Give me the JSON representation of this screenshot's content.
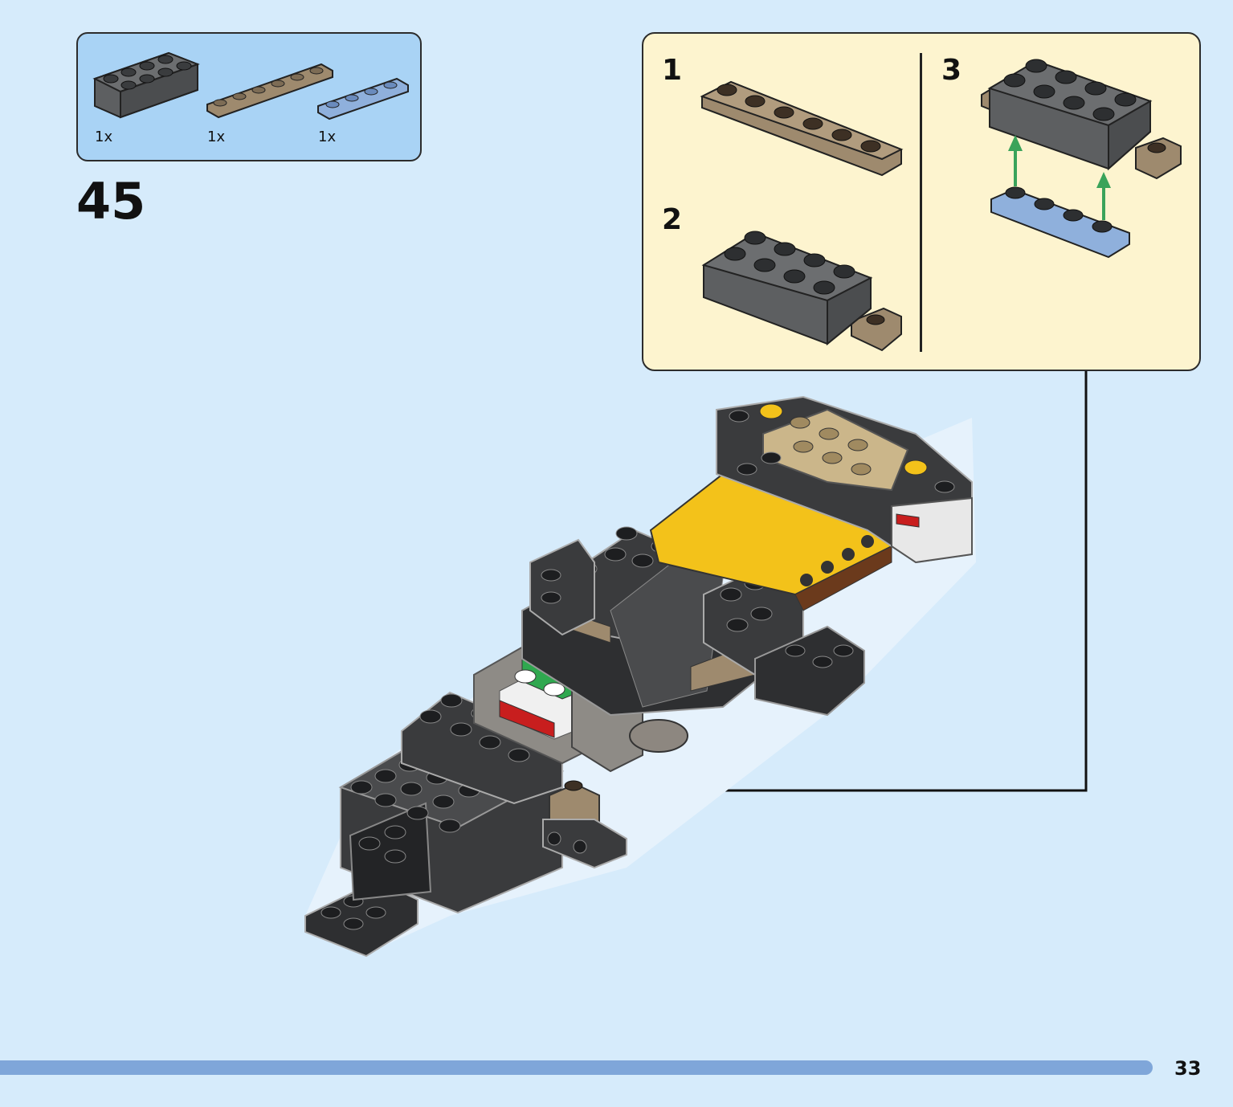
{
  "parts_list": {
    "items": [
      {
        "name": "dark-gray-brick-2x4",
        "count": "1x",
        "color": "#5d5f61"
      },
      {
        "name": "tan-plate-1x6",
        "count": "1x",
        "color": "#9e8a6e"
      },
      {
        "name": "blue-plate-1x4",
        "count": "1x",
        "color": "#8fb0dc"
      }
    ]
  },
  "step": {
    "number": "45"
  },
  "callout": {
    "substeps": [
      "1",
      "2",
      "3"
    ]
  },
  "footer": {
    "page_number": "33"
  },
  "colors": {
    "background": "#d6ebfb",
    "parts_box": "#a9d3f5",
    "callout_box": "#fdf4cf",
    "progress_bar": "#7fa6d9",
    "arrow_green": "#3aa35a"
  }
}
